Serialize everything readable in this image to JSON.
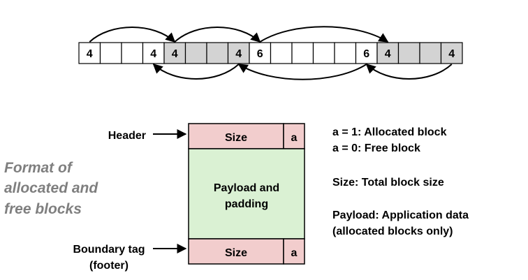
{
  "heap": {
    "cells": [
      {
        "text": "4",
        "allocated": false
      },
      {
        "text": "",
        "allocated": false
      },
      {
        "text": "",
        "allocated": false
      },
      {
        "text": "4",
        "allocated": false
      },
      {
        "text": "4",
        "allocated": true
      },
      {
        "text": "",
        "allocated": true
      },
      {
        "text": "",
        "allocated": true
      },
      {
        "text": "4",
        "allocated": true
      },
      {
        "text": "6",
        "allocated": false
      },
      {
        "text": "",
        "allocated": false
      },
      {
        "text": "",
        "allocated": false
      },
      {
        "text": "",
        "allocated": false
      },
      {
        "text": "",
        "allocated": false
      },
      {
        "text": "6",
        "allocated": false
      },
      {
        "text": "4",
        "allocated": true
      },
      {
        "text": "",
        "allocated": true
      },
      {
        "text": "",
        "allocated": true
      },
      {
        "text": "4",
        "allocated": true
      }
    ],
    "forward_links": [
      [
        0,
        4
      ],
      [
        4,
        8
      ],
      [
        8,
        14
      ]
    ],
    "backward_links": [
      [
        7,
        3
      ],
      [
        13,
        7
      ],
      [
        17,
        13
      ]
    ]
  },
  "block": {
    "header_label": "Header",
    "footer_label_line1": "Boundary tag",
    "footer_label_line2": "(footer)",
    "header_size": "Size",
    "header_flag": "a",
    "payload_line1": "Payload and",
    "payload_line2": "padding",
    "footer_size": "Size",
    "footer_flag": "a"
  },
  "side_title": [
    "Format of",
    "allocated and",
    "free blocks"
  ],
  "legend": {
    "line1": "a = 1: Allocated block",
    "line2": "a = 0: Free block",
    "line3": "Size: Total block size",
    "line4": "Payload: Application data",
    "line5": "(allocated blocks only)"
  },
  "colors": {
    "free_cell": "#ffffff",
    "allocated_cell": "#d3d3d3",
    "size_field": "#f2cdcd",
    "payload_field": "#daf1d3",
    "side_title": "#7f7f7f",
    "stroke": "#000000"
  }
}
